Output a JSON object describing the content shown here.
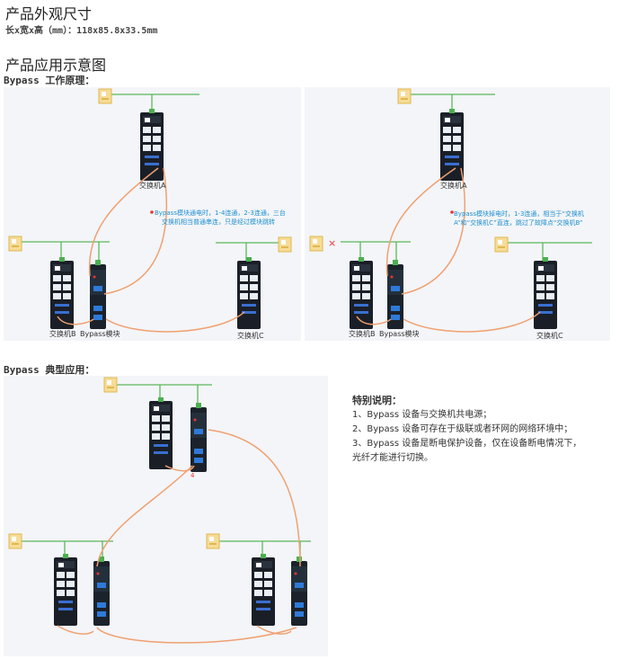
{
  "title_appearance": "产品外观尺寸",
  "dimensions": "长x宽x高（mm）：118x85.8x33.5mm",
  "title_application": "产品应用示意图",
  "bypass_principle_label": "Bypass 工作原理：",
  "panel_left": {
    "switch_a": "交换机A",
    "switch_b": "交换机B",
    "bypass_module": "Bypass模块",
    "switch_c": "交换机C",
    "caption_line1": "Bypass模块通电时，1-4连通，2-3连通，三台",
    "caption_line2": "交换机相当普通串连，只是经过模块跳转"
  },
  "panel_right": {
    "switch_a": "交换机A",
    "switch_b": "交换机B",
    "bypass_module": "Bypass模块",
    "switch_c": "交换机C",
    "caption_line1": "Bypass模块掉电时，1-3连通，相当于“交换机",
    "caption_line2": "A”和“交换机C”直连，跳过了故障点“交换机B”",
    "fault_mark": "×"
  },
  "typical_label": "Bypass 典型应用：",
  "port_mark": "4",
  "notes": {
    "title": "特别说明：",
    "items": [
      "1、Bypass 设备与交换机共电源；",
      "2、Bypass 设备可存在于级联或者环网的网络环境中；",
      "3、Bypass 设备是断电保护设备，仅在设备断电情况下，",
      "光纤才能进行切换。"
    ]
  },
  "colors": {
    "fiber": "#f0a070",
    "lan": "#5cb85c",
    "device": "#1a1f27",
    "caption": "#1f8fd0",
    "icon": "#f2cf7a"
  },
  "icons": [
    "server-icon",
    "switch-icon",
    "bypass-module-icon",
    "fiber-cable",
    "power-plug-icon"
  ]
}
